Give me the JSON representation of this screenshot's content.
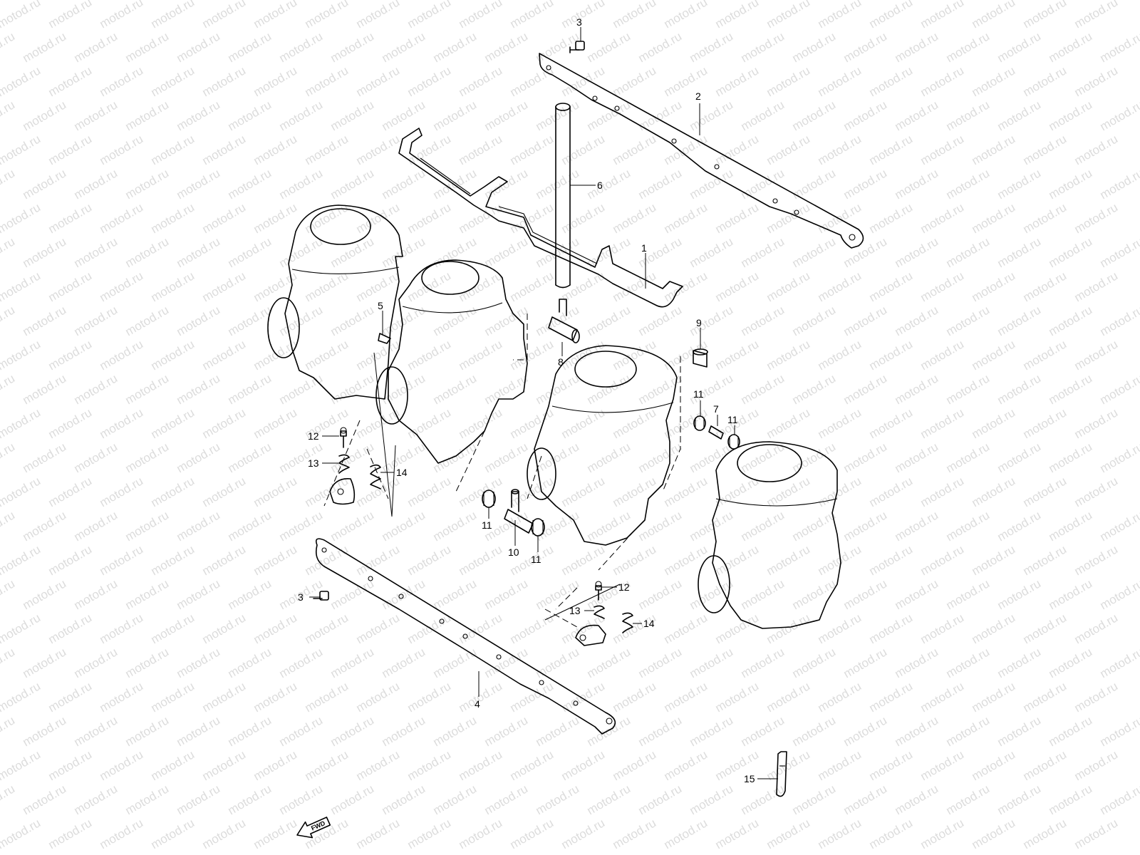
{
  "watermark": {
    "text": "motod.ru",
    "color": "#dcdcdc"
  },
  "fwd_arrow": {
    "label": "FWD"
  },
  "callouts": [
    {
      "id": "c3a",
      "label": "3"
    },
    {
      "id": "c2",
      "label": "2"
    },
    {
      "id": "c6",
      "label": "6"
    },
    {
      "id": "c1",
      "label": "1"
    },
    {
      "id": "c5",
      "label": "5"
    },
    {
      "id": "c8",
      "label": "8"
    },
    {
      "id": "c9",
      "label": "9"
    },
    {
      "id": "c11a",
      "label": "11"
    },
    {
      "id": "c7",
      "label": "7"
    },
    {
      "id": "c11b",
      "label": "11"
    },
    {
      "id": "c12a",
      "label": "12"
    },
    {
      "id": "c13a",
      "label": "13"
    },
    {
      "id": "c14a",
      "label": "14"
    },
    {
      "id": "c11c",
      "label": "11"
    },
    {
      "id": "c10",
      "label": "10"
    },
    {
      "id": "c11d",
      "label": "11"
    },
    {
      "id": "c3b",
      "label": "3"
    },
    {
      "id": "c12b",
      "label": "12"
    },
    {
      "id": "c13b",
      "label": "13"
    },
    {
      "id": "c14b",
      "label": "14"
    },
    {
      "id": "c4",
      "label": "4"
    },
    {
      "id": "c15",
      "label": "15"
    }
  ]
}
